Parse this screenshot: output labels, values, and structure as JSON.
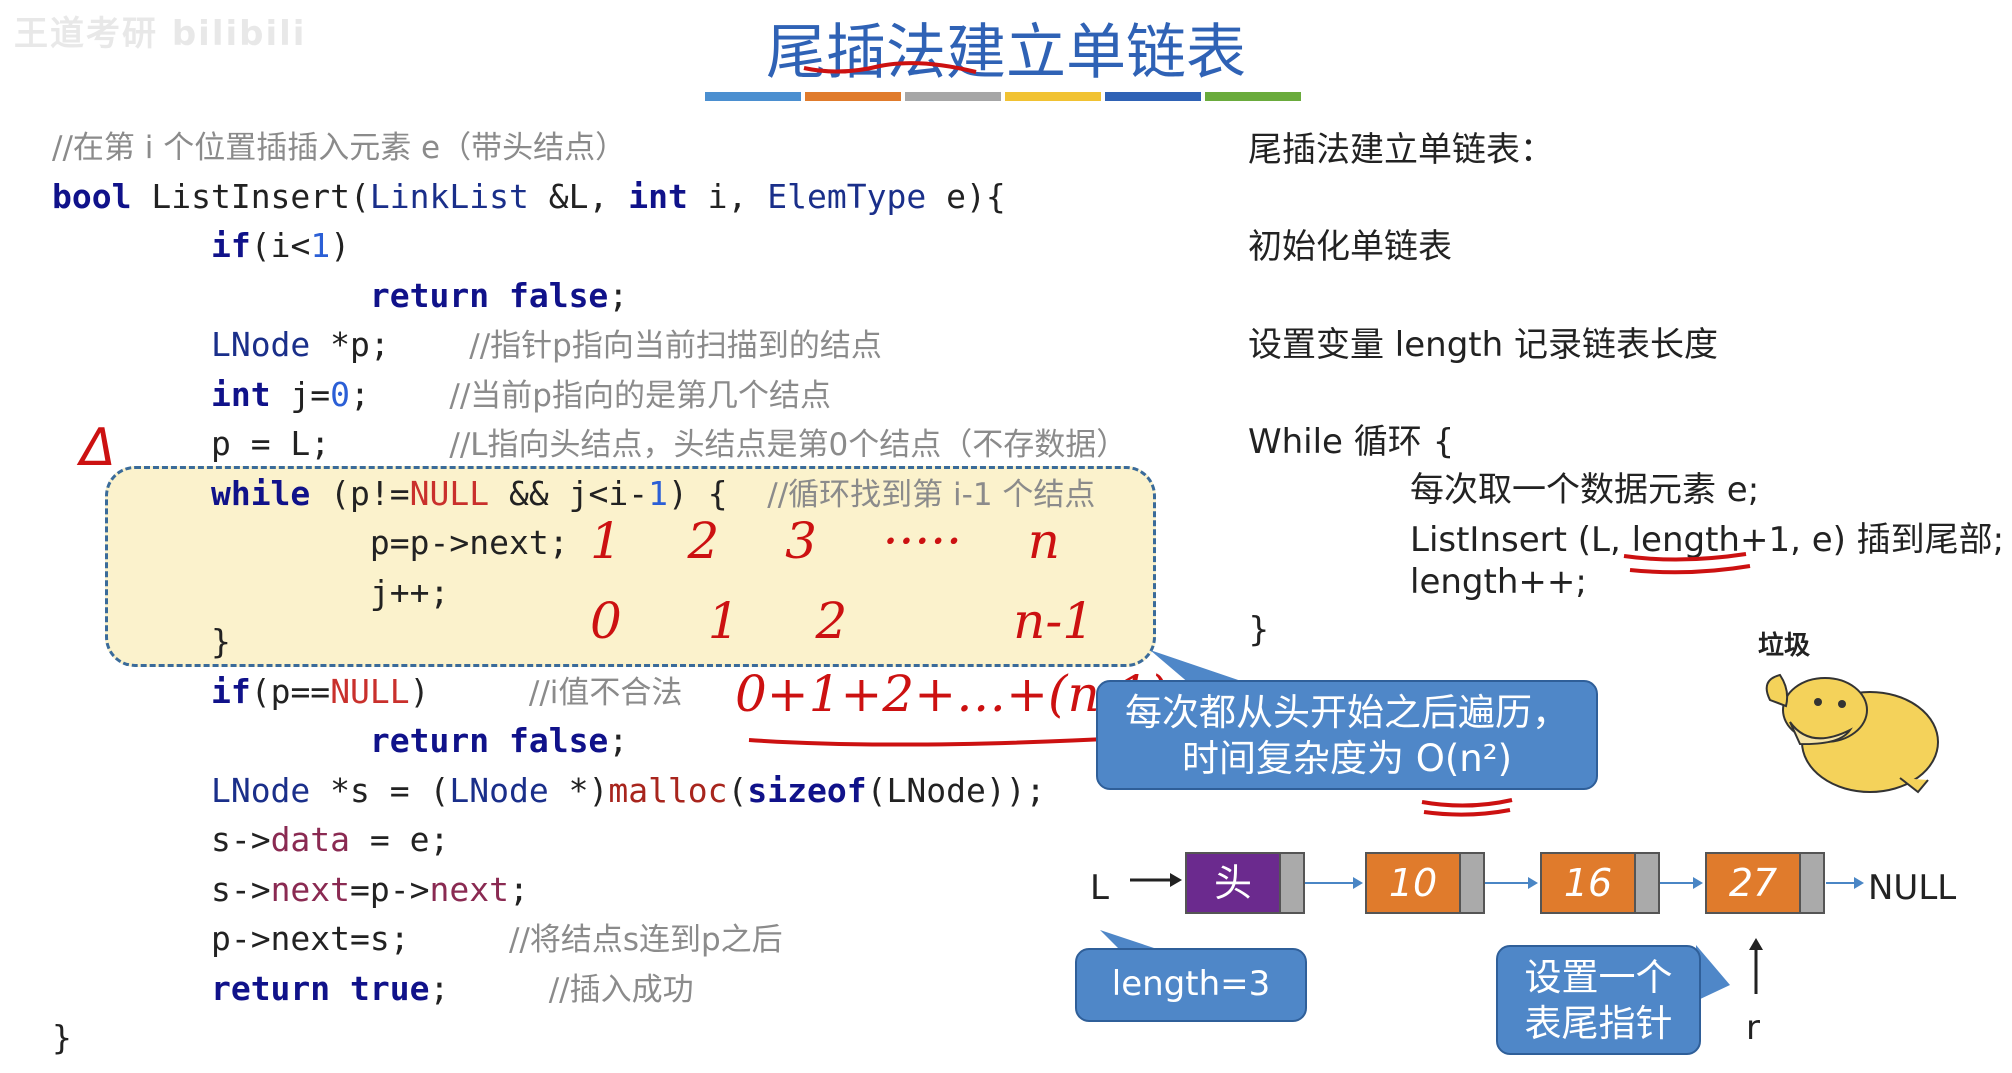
{
  "watermark": "王道考研 bilibili",
  "title": "尾插法建立单链表",
  "colors": {
    "title": "#2f62b5",
    "bars": [
      "#4b8fd0",
      "#e07b2c",
      "#a6a6a6",
      "#f1c232",
      "#2f62b5",
      "#6aab3c"
    ],
    "callout": "#4f87c8",
    "head_node": "#6b2a8e",
    "data_node": "#e07b2c",
    "ink": "#cc1111"
  },
  "code": {
    "comment_top": "//在第 i 个位置插插入元素 e（带头结点）",
    "l1": {
      "kw1": "bool",
      "fn": " ListInsert(",
      "t1": "LinkList",
      "p1": " &L, ",
      "kw2": "int",
      "p2": " i, ",
      "t2": "ElemType",
      "p3": " e){"
    },
    "l2": {
      "kw": "if",
      "a": "(i<",
      "n": "1",
      "b": ")"
    },
    "l3": {
      "kw": "return false",
      "b": ";"
    },
    "l4": {
      "t": "LNode",
      "a": " *p;    ",
      "c": "//指针p指向当前扫描到的结点"
    },
    "l5": {
      "kw": "int",
      "a": " j=",
      "n": "0",
      "b": ";    ",
      "c": "//当前p指向的是第几个结点"
    },
    "l6": {
      "a": "p = L;      ",
      "c": "//L指向头结点，头结点是第0个结点（不存数据）"
    },
    "l7": {
      "kw": "while",
      "a": " (p!=",
      "nul": "NULL",
      "b": " && j<i-",
      "n": "1",
      "c1": ") {  ",
      "c": "//循环找到第 i-1 个结点"
    },
    "l8": {
      "a": "p=p->next;"
    },
    "l9": {
      "a": "j++;"
    },
    "l10": {
      "a": "}"
    },
    "l11": {
      "kw": "if",
      "a": "(p==",
      "nul": "NULL",
      "b": ")     ",
      "c": "//i值不合法"
    },
    "l12": {
      "kw": "return false",
      "b": ";"
    },
    "l13": {
      "t": "LNode",
      "a": " *s = (",
      "t2": "LNode",
      "b": " *)",
      "fn": "malloc",
      "c1": "(",
      "kw": "sizeof",
      "c2": "(LNode));"
    },
    "l14": {
      "a": "s->",
      "m": "data",
      "b": " = e;"
    },
    "l15": {
      "a": "s->",
      "m": "next",
      "b": "=p->",
      "m2": "next",
      "c": ";"
    },
    "l16": {
      "a": "p->next=s;     ",
      "c": "//将结点s连到p之后"
    },
    "l17": {
      "kw": "return true",
      "b": ";     ",
      "c": "//插入成功"
    },
    "l18": {
      "a": "}"
    }
  },
  "handwriting": {
    "row1": [
      "1",
      "2",
      "3",
      "·····",
      "n"
    ],
    "row2": [
      "0",
      "1",
      "2",
      "n-1"
    ],
    "sum": "0+1+2+…+(n-1)",
    "delta": "Δ"
  },
  "right": {
    "heading": "尾插法建立单链表：",
    "step1": "初始化单链表",
    "step2": "设置变量 length 记录链表长度",
    "loop_start": "While 循环 {",
    "loop1": "每次取一个数据元素 e;",
    "loop2": "ListInsert (L, length+1, e) 插到尾部;",
    "loop3": "length++;",
    "loop_end": "}"
  },
  "callouts": {
    "complexity_line1": "每次都从头开始之后遍历，",
    "complexity_line2": "时间复杂度为 O(n²)",
    "length": "length=3",
    "tail_line1": "设置一个",
    "tail_line2": "表尾指针"
  },
  "list": {
    "L": "L",
    "head": "头",
    "nodes": [
      "10",
      "16",
      "27"
    ],
    "null": "NULL",
    "r": "r"
  },
  "duck_label": "垃圾"
}
